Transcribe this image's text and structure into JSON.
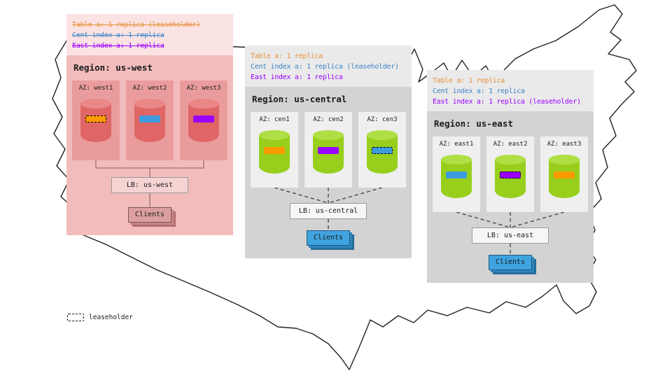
{
  "colors": {
    "table_orange_text": "#e69138",
    "cent_blue_text": "#3d85c6",
    "east_purple_text": "#9900ff",
    "chip_orange": "#ff9900",
    "chip_blue": "#3d9be0",
    "chip_purple": "#9900ff"
  },
  "legend": {
    "label": "leaseholder"
  },
  "regions": [
    {
      "title": "Region: us-west",
      "theme": {
        "panel": "#fbe3e3",
        "region": "#f3bcbc",
        "az": "#ea9c9c",
        "cylb": "#e06666",
        "cylt": "#ea8888",
        "lb": "#f6d3d3",
        "cli": "#dc9f9f",
        "clis1": "#c88383",
        "clis2": "#b56e6e"
      },
      "annotations": [
        {
          "text": "Table a: 1 replica (leaseholder)",
          "color": "#e69138",
          "strike": true
        },
        {
          "text": "Cent index a: 1 replica",
          "color": "#3d85c6",
          "strike": true
        },
        {
          "text": "East index a: 1 replica",
          "color": "#9900ff",
          "strike": true
        }
      ],
      "azs": [
        {
          "label": "AZ: west1",
          "chip": {
            "color": "#ff9900",
            "leaseholder": true
          }
        },
        {
          "label": "AZ: west2",
          "chip": {
            "color": "#3d9be0",
            "leaseholder": false
          }
        },
        {
          "label": "AZ: west3",
          "chip": {
            "color": "#9900ff",
            "leaseholder": false
          }
        }
      ],
      "lb": "LB: us-west",
      "clients": "Clients"
    },
    {
      "title": "Region: us-central",
      "theme": {
        "panel": "#eaeaea",
        "region": "#d3d3d3",
        "az": "#efefef",
        "cylb": "#97cf1c",
        "cylt": "#b0df45",
        "lb": "#f6f6f6",
        "cli": "#3fa3e0",
        "clis1": "#2f86bd",
        "clis2": "#256d9b"
      },
      "annotations": [
        {
          "text": "Table a: 1 replica",
          "color": "#e69138",
          "strike": false
        },
        {
          "text": "Cent index a: 1 replica (leaseholder)",
          "color": "#3d85c6",
          "strike": false
        },
        {
          "text": "East index a: 1 replica",
          "color": "#9900ff",
          "strike": false
        }
      ],
      "azs": [
        {
          "label": "AZ: cen1",
          "chip": {
            "color": "#ff9900",
            "leaseholder": false
          }
        },
        {
          "label": "AZ: cen2",
          "chip": {
            "color": "#9900ff",
            "leaseholder": false
          }
        },
        {
          "label": "AZ: cen3",
          "chip": {
            "color": "#3d9be0",
            "leaseholder": true
          }
        }
      ],
      "lb": "LB: us-central",
      "clients": "Clients"
    },
    {
      "title": "Region: us-east",
      "theme": {
        "panel": "#eaeaea",
        "region": "#d3d3d3",
        "az": "#efefef",
        "cylb": "#97cf1c",
        "cylt": "#b0df45",
        "lb": "#f6f6f6",
        "cli": "#3fa3e0",
        "clis1": "#2f86bd",
        "clis2": "#256d9b"
      },
      "annotations": [
        {
          "text": "Table a: 1 replica",
          "color": "#e69138",
          "strike": false
        },
        {
          "text": "Cent index a: 1 replica",
          "color": "#3d85c6",
          "strike": false
        },
        {
          "text": "East index a: 1 replica (leaseholder)",
          "color": "#9900ff",
          "strike": false
        }
      ],
      "azs": [
        {
          "label": "AZ: east1",
          "chip": {
            "color": "#3d9be0",
            "leaseholder": false
          }
        },
        {
          "label": "AZ: east2",
          "chip": {
            "color": "#9900ff",
            "leaseholder": true
          }
        },
        {
          "label": "AZ: east3",
          "chip": {
            "color": "#ff9900",
            "leaseholder": false
          }
        }
      ],
      "lb": "LB: us-east",
      "clients": "Clients"
    }
  ]
}
